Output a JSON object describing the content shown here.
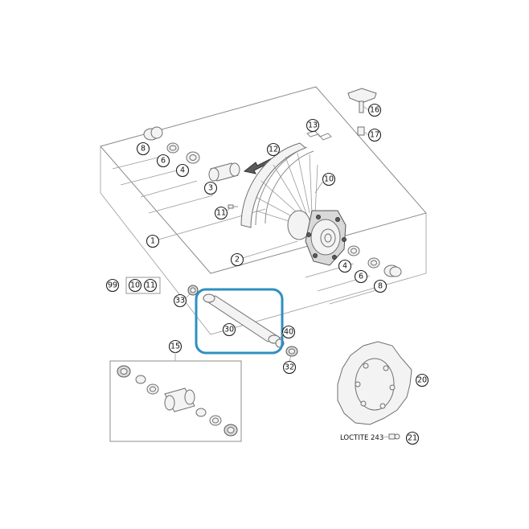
{
  "callouts": {
    "c1": "1",
    "c2": "2",
    "c3": "3",
    "c4a": "4",
    "c4b": "4",
    "c6a": "6",
    "c6b": "6",
    "c8a": "8",
    "c8b": "8",
    "c10a": "10",
    "c10b": "10",
    "c11a": "11",
    "c11b": "11",
    "c12": "12",
    "c13": "13",
    "c15": "15",
    "c16": "16",
    "c17": "17",
    "c20": "20",
    "c21": "21",
    "c30": "30",
    "c32": "32",
    "c33": "33",
    "c40": "40",
    "c99": "99"
  },
  "loctite": "LOCTITE 243",
  "highlight_color": "#2f8fc0"
}
